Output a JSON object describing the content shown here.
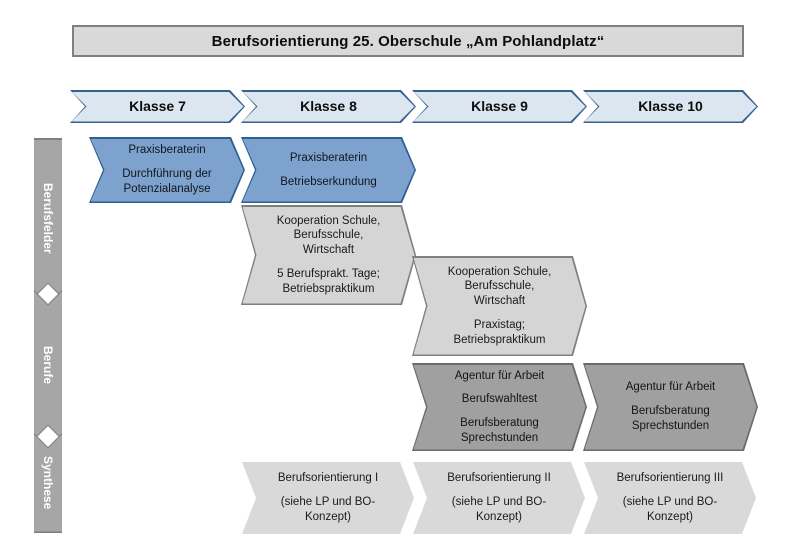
{
  "header": {
    "title": "Berufsorientierung 25. Oberschule „Am Pohlandplatz“"
  },
  "columns": [
    {
      "label": "Klasse 7"
    },
    {
      "label": "Klasse 8"
    },
    {
      "label": "Klasse 9"
    },
    {
      "label": "Klasse 10"
    }
  ],
  "phases": [
    {
      "label": "Berufsfelder"
    },
    {
      "label": "Berufe"
    },
    {
      "label": "Synthese"
    }
  ],
  "blocks": {
    "k7_praxisberaterin": {
      "line1": "Praxisberaterin",
      "line2": "Durchführung der",
      "line3": "Potenzialanalyse"
    },
    "k8_praxisberaterin": {
      "line1": "Praxisberaterin",
      "line2": "Betriebserkundung"
    },
    "k8_kooperation": {
      "line1": "Kooperation Schule,",
      "line2": "Berufsschule,",
      "line3": "Wirtschaft",
      "line4": "5 Berufsprakt. Tage;",
      "line5": "Betriebspraktikum"
    },
    "k9_kooperation": {
      "line1": "Kooperation Schule,",
      "line2": "Berufsschule,",
      "line3": "Wirtschaft",
      "line4": "Praxistag;",
      "line5": "Betriebspraktikum"
    },
    "k9_agentur": {
      "line1": "Agentur für Arbeit",
      "line2": "Berufswahltest",
      "line3": "Berufsberatung",
      "line4": "Sprechstunden"
    },
    "k10_agentur": {
      "line1": "Agentur für Arbeit",
      "line2": "Berufsberatung",
      "line3": "Sprechstunden"
    },
    "k8_bo": {
      "line1": "Berufsorientierung I",
      "line2": "(siehe LP und BO-",
      "line3": "Konzept)"
    },
    "k9_bo": {
      "line1": "Berufsorientierung II",
      "line2": "(siehe LP und BO-",
      "line3": "Konzept)"
    },
    "k10_bo": {
      "line1": "Berufsorientierung III",
      "line2": "(siehe LP und BO-",
      "line3": "Konzept)"
    }
  },
  "colors": {
    "title_fill": "#D9D9D9",
    "title_border": "#808080",
    "header_fill": "#DCE6F1",
    "header_border": "#36618D",
    "blue_fill": "#7EA2CE",
    "blue_border": "#2E5E94",
    "gray_fill": "#D5D5D5",
    "gray_border": "#7F7F7F",
    "dark_gray_fill": "#A0A0A0",
    "light_gray_fill": "#D9D9D9",
    "sidebar_fill": "#A6A6A6",
    "sidebar_border": "#7F7F7F"
  }
}
